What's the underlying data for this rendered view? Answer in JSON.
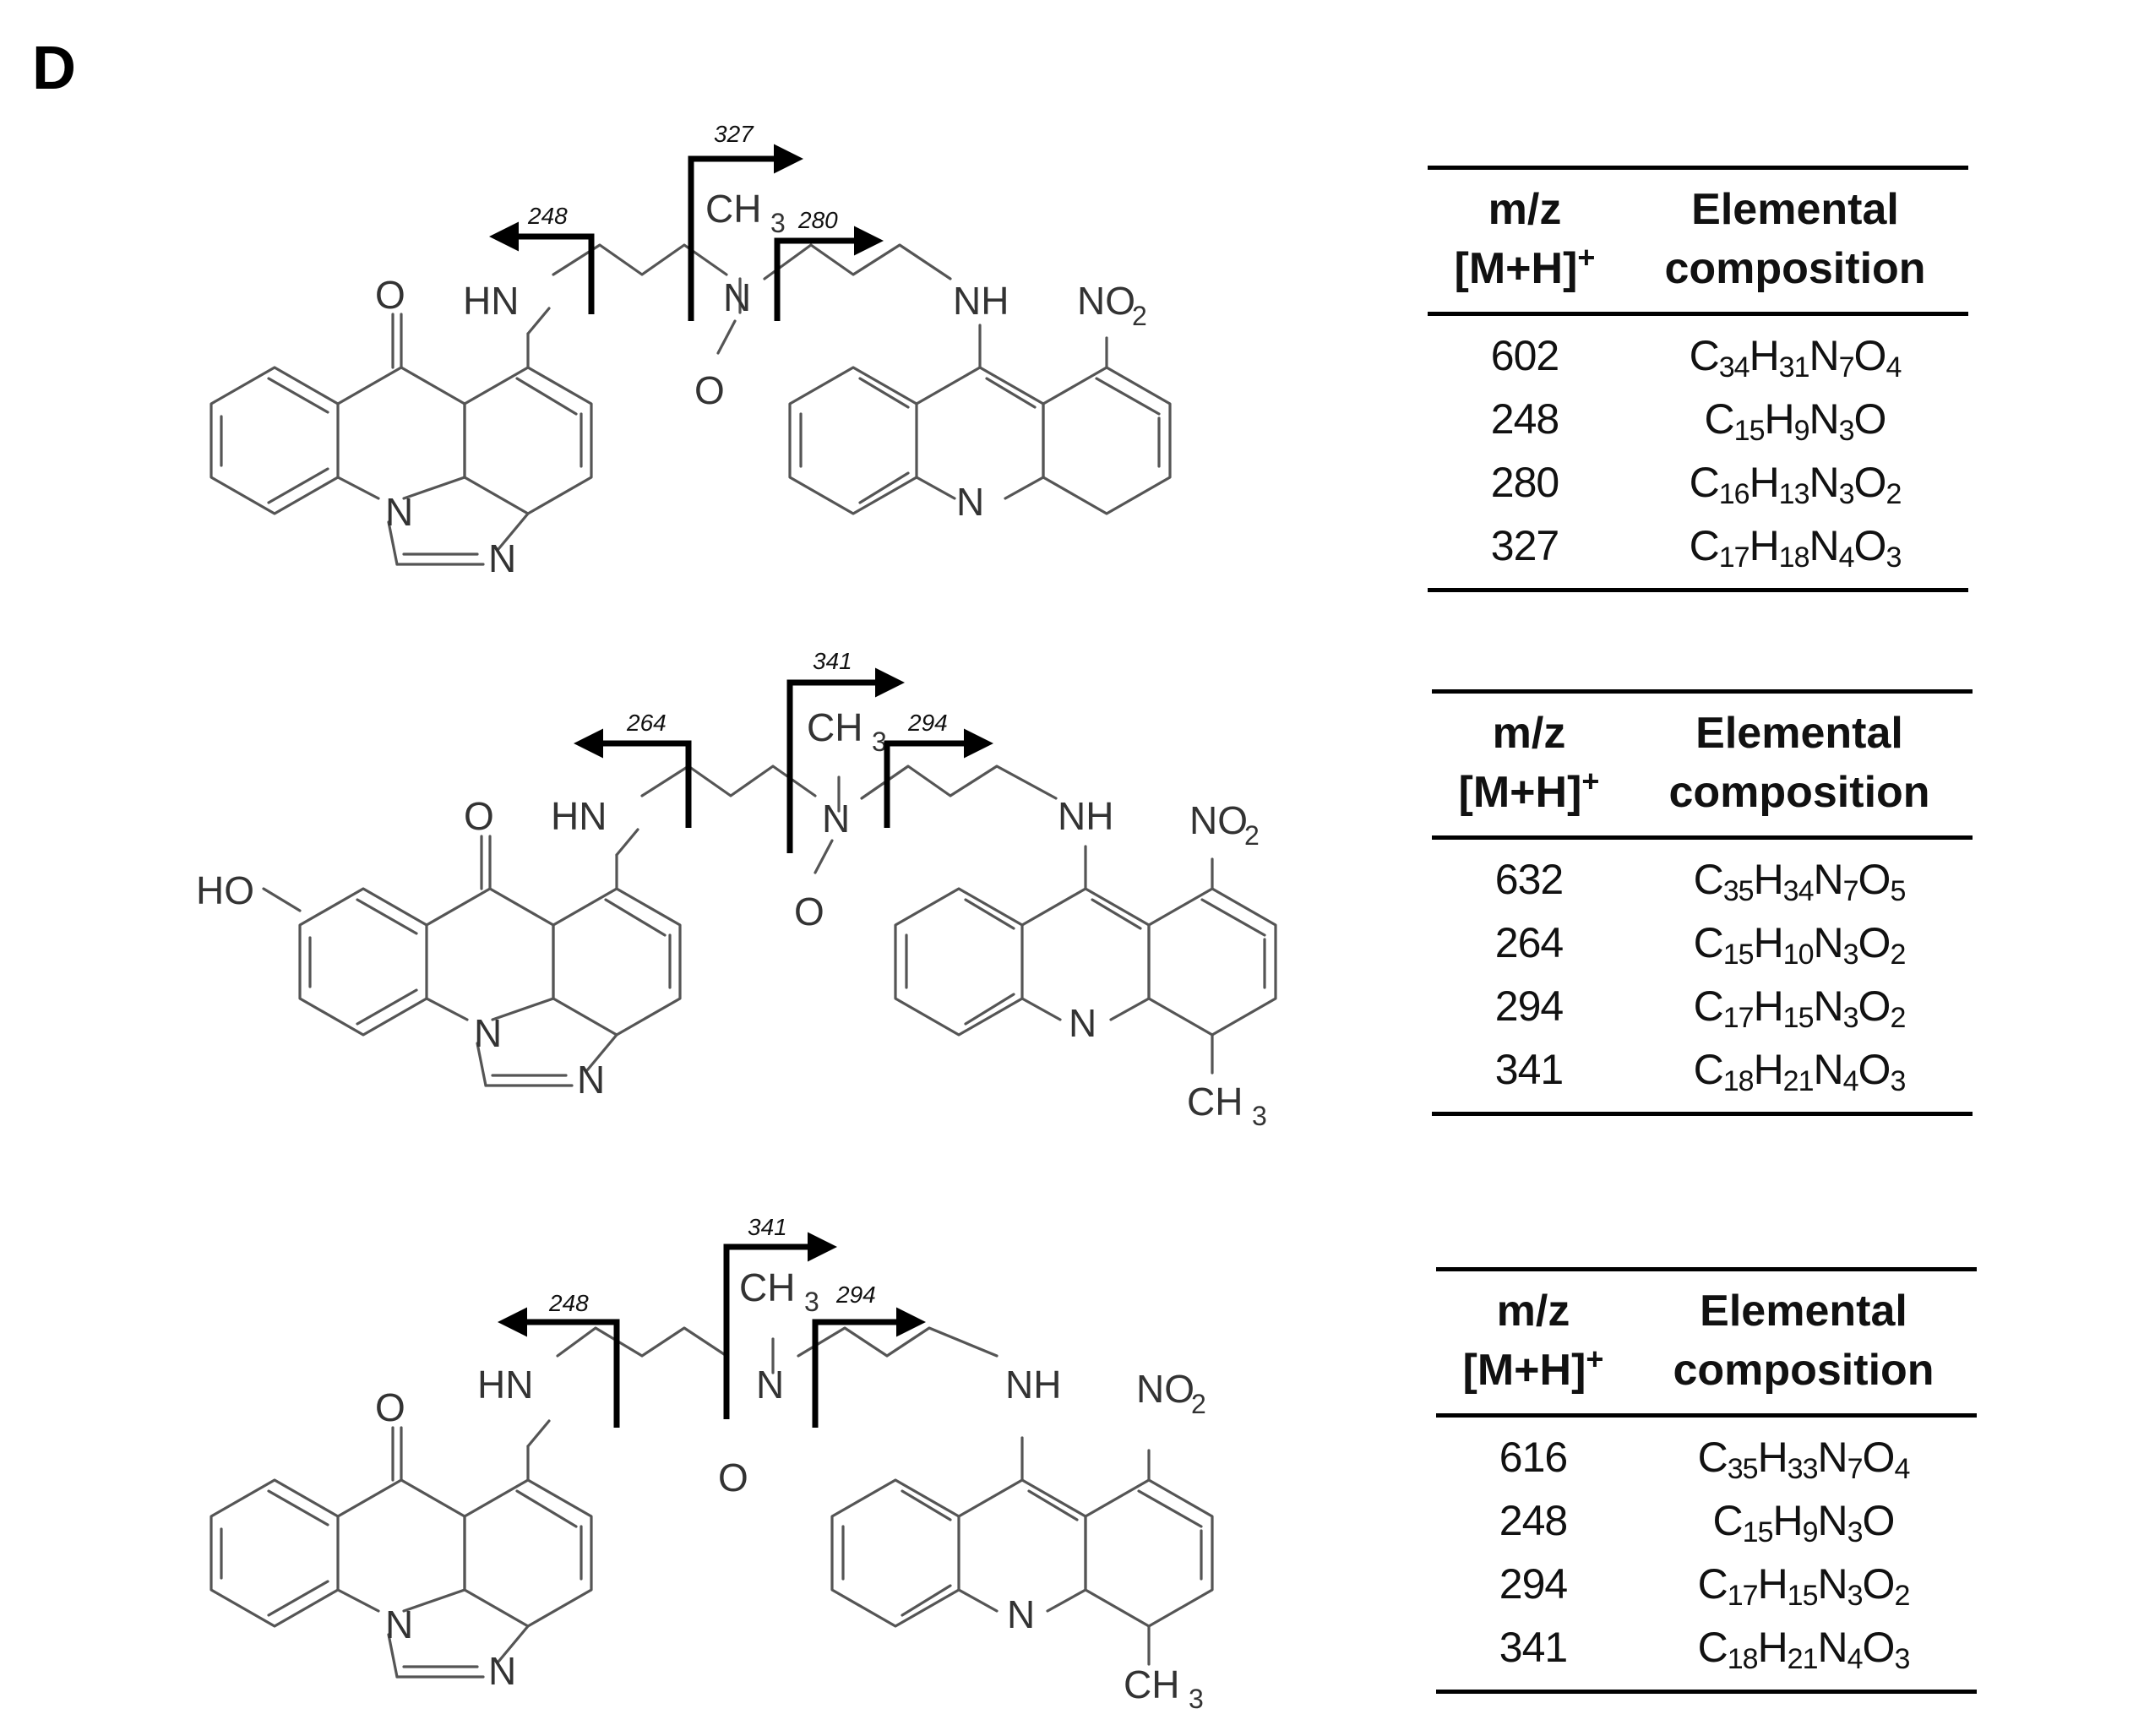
{
  "panel_label": "D",
  "atoms": {
    "O": "O",
    "HN": "HN",
    "NH": "NH",
    "N": "N",
    "HO": "HO",
    "CH": "CH",
    "three": "3",
    "NO": "NO",
    "two": "2"
  },
  "structures": [
    {
      "cleavages": [
        "248",
        "327",
        "280"
      ]
    },
    {
      "cleavages": [
        "264",
        "341",
        "294"
      ]
    },
    {
      "cleavages": [
        "248",
        "341",
        "294"
      ]
    }
  ],
  "tables": [
    {
      "headers": {
        "mz_line1": "m/z",
        "mz_line2": "[M+H]",
        "mz_sup": "+",
        "comp_line1": "Elemental",
        "comp_line2": "composition"
      },
      "rows": [
        {
          "mz": "602",
          "formula": [
            [
              "C",
              "34"
            ],
            [
              "H",
              "31"
            ],
            [
              "N",
              "7"
            ],
            [
              "O",
              "4"
            ]
          ]
        },
        {
          "mz": "248",
          "formula": [
            [
              "C",
              "15"
            ],
            [
              "H",
              "9"
            ],
            [
              "N",
              "3"
            ],
            [
              "O",
              ""
            ]
          ]
        },
        {
          "mz": "280",
          "formula": [
            [
              "C",
              "16"
            ],
            [
              "H",
              "13"
            ],
            [
              "N",
              "3"
            ],
            [
              "O",
              "2"
            ]
          ]
        },
        {
          "mz": "327",
          "formula": [
            [
              "C",
              "17"
            ],
            [
              "H",
              "18"
            ],
            [
              "N",
              "4"
            ],
            [
              "O",
              "3"
            ]
          ]
        }
      ]
    },
    {
      "headers": {
        "mz_line1": "m/z",
        "mz_line2": "[M+H]",
        "mz_sup": "+",
        "comp_line1": "Elemental",
        "comp_line2": "composition"
      },
      "rows": [
        {
          "mz": "632",
          "formula": [
            [
              "C",
              "35"
            ],
            [
              "H",
              "34"
            ],
            [
              "N",
              "7"
            ],
            [
              "O",
              "5"
            ]
          ]
        },
        {
          "mz": "264",
          "formula": [
            [
              "C",
              "15"
            ],
            [
              "H",
              "10"
            ],
            [
              "N",
              "3"
            ],
            [
              "O",
              "2"
            ]
          ]
        },
        {
          "mz": "294",
          "formula": [
            [
              "C",
              "17"
            ],
            [
              "H",
              "15"
            ],
            [
              "N",
              "3"
            ],
            [
              "O",
              "2"
            ]
          ]
        },
        {
          "mz": "341",
          "formula": [
            [
              "C",
              "18"
            ],
            [
              "H",
              "21"
            ],
            [
              "N",
              "4"
            ],
            [
              "O",
              "3"
            ]
          ]
        }
      ]
    },
    {
      "headers": {
        "mz_line1": "m/z",
        "mz_line2": "[M+H]",
        "mz_sup": "+",
        "comp_line1": "Elemental",
        "comp_line2": "composition"
      },
      "rows": [
        {
          "mz": "616",
          "formula": [
            [
              "C",
              "35"
            ],
            [
              "H",
              "33"
            ],
            [
              "N",
              "7"
            ],
            [
              "O",
              "4"
            ]
          ]
        },
        {
          "mz": "248",
          "formula": [
            [
              "C",
              "15"
            ],
            [
              "H",
              "9"
            ],
            [
              "N",
              "3"
            ],
            [
              "O",
              ""
            ]
          ]
        },
        {
          "mz": "294",
          "formula": [
            [
              "C",
              "17"
            ],
            [
              "H",
              "15"
            ],
            [
              "N",
              "3"
            ],
            [
              "O",
              "2"
            ]
          ]
        },
        {
          "mz": "341",
          "formula": [
            [
              "C",
              "18"
            ],
            [
              "H",
              "21"
            ],
            [
              "N",
              "4"
            ],
            [
              "O",
              "3"
            ]
          ]
        }
      ]
    }
  ]
}
